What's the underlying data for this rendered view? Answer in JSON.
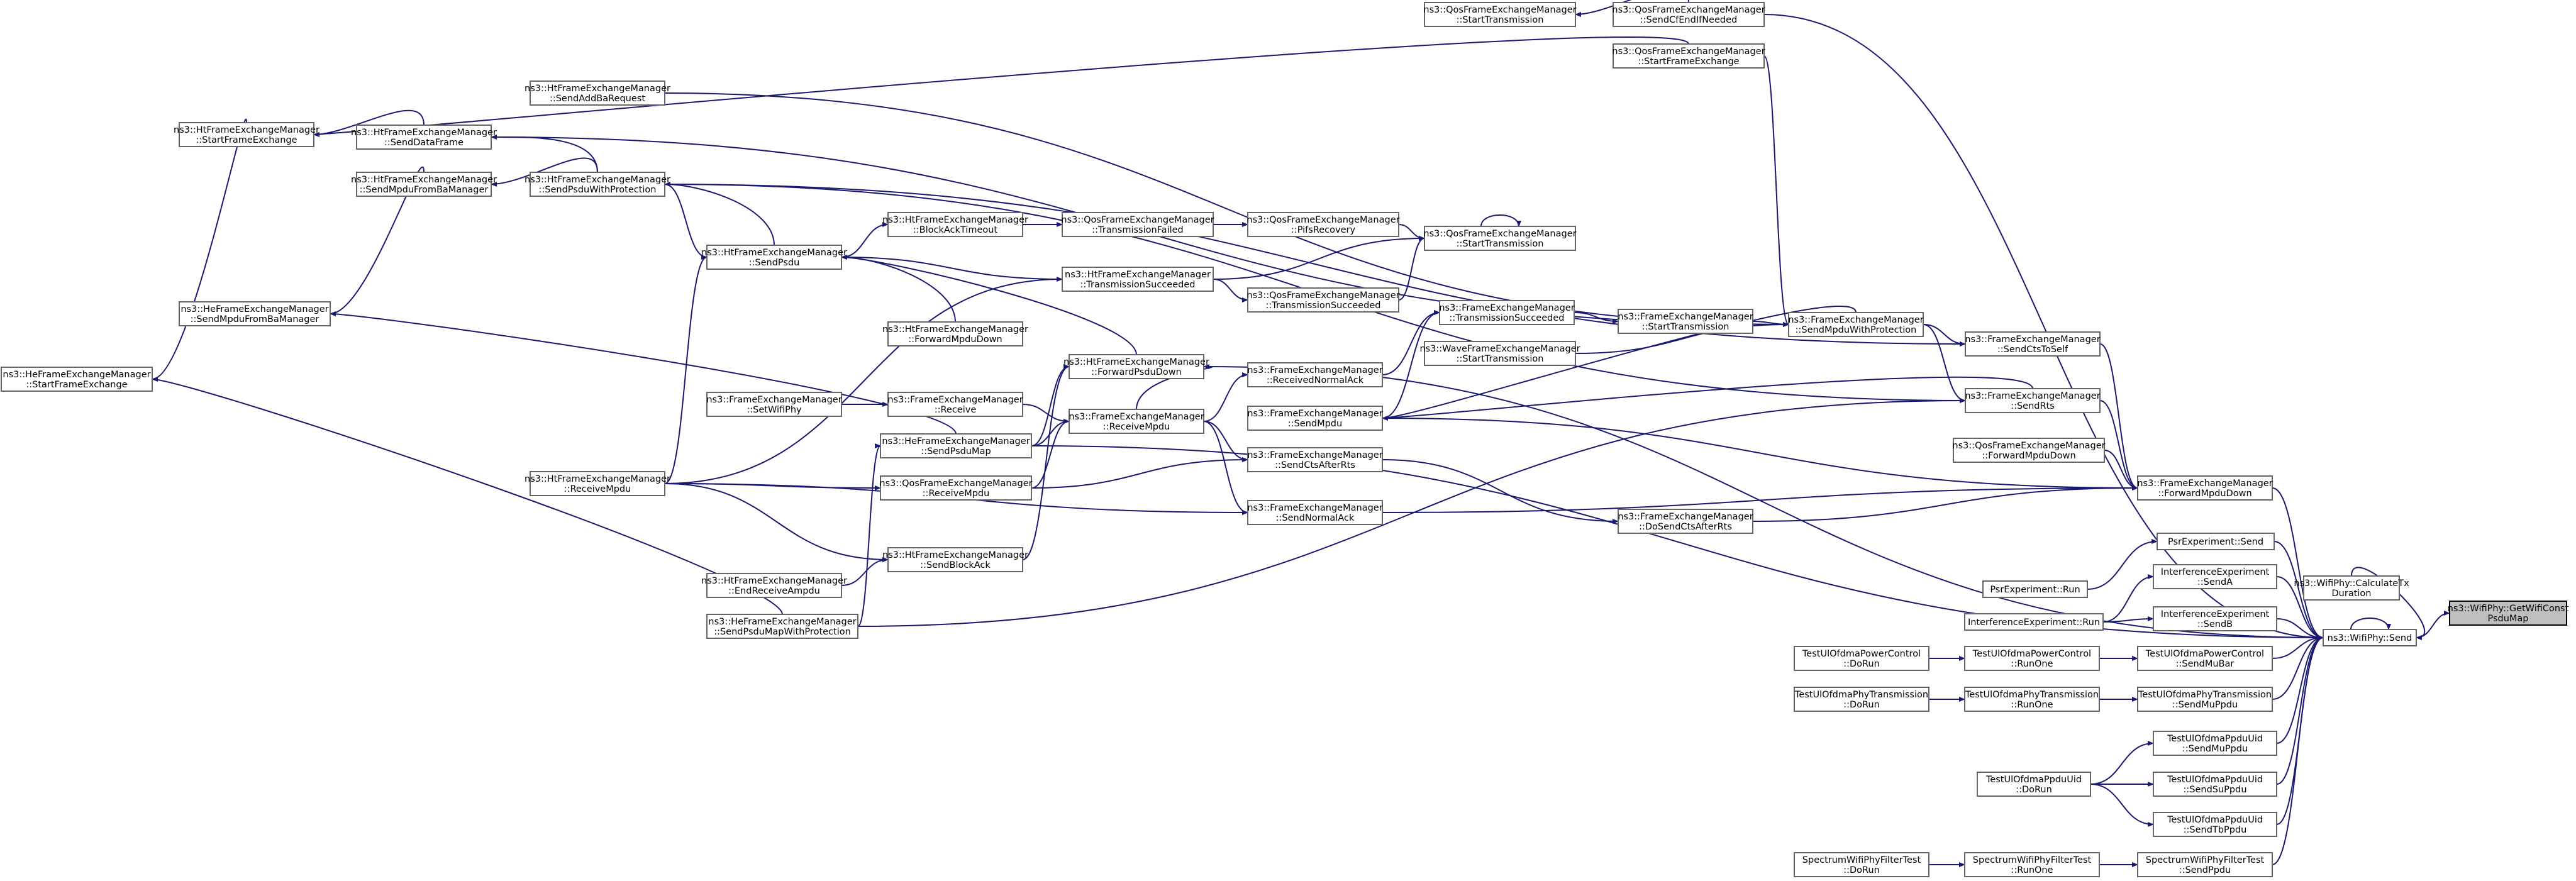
{
  "nodes": {
    "root": [
      "ns3::WifiPhy::GetWifiConst",
      "PsduMap"
    ],
    "wifiphy_send": [
      "ns3::WifiPhy::Send"
    ],
    "calc_tx": [
      "ns3::WifiPhy::CalculateTx",
      "Duration"
    ],
    "fem_forward": [
      "ns3::FrameExchangeManager",
      "::ForwardMpduDown"
    ],
    "qos_forward": [
      "ns3::QosFrameExchangeManager",
      "::ForwardMpduDown"
    ],
    "fem_sendcts": [
      "ns3::FrameExchangeManager",
      "::SendCtsToSelf"
    ],
    "fem_sendrts": [
      "ns3::FrameExchangeManager",
      "::SendRts"
    ],
    "fem_docts": [
      "ns3::FrameExchangeManager",
      "::DoSendCtsAfterRts"
    ],
    "fem_sendmpduprot": [
      "ns3::FrameExchangeManager",
      "::SendMpduWithProtection"
    ],
    "fem_starttx": [
      "ns3::FrameExchangeManager",
      "::StartTransmission"
    ],
    "wave_starttx": [
      "ns3::WaveFrameExchangeManager",
      "::StartTransmission"
    ],
    "fem_txsucc": [
      "ns3::FrameExchangeManager",
      "::TransmissionSucceeded"
    ],
    "fem_recvnormalack": [
      "ns3::FrameExchangeManager",
      "::ReceivedNormalAck"
    ],
    "fem_sendmpdu": [
      "ns3::FrameExchangeManager",
      "::SendMpdu"
    ],
    "fem_ctsafter": [
      "ns3::FrameExchangeManager",
      "::SendCtsAfterRts"
    ],
    "fem_normalack": [
      "ns3::FrameExchangeManager",
      "::SendNormalAck"
    ],
    "fem_recvmpdu": [
      "ns3::FrameExchangeManager",
      "::ReceiveMpdu"
    ],
    "fem_receive": [
      "ns3::FrameExchangeManager",
      "::Receive"
    ],
    "fem_setwifiphy": [
      "ns3::FrameExchangeManager",
      "::SetWifiPhy"
    ],
    "qos_starttx": [
      "ns3::QosFrameExchangeManager",
      "::StartTransmission"
    ],
    "qos_txsucc": [
      "ns3::QosFrameExchangeManager",
      "::TransmissionSucceeded"
    ],
    "qos_pifs": [
      "ns3::QosFrameExchangeManager",
      "::PifsRecovery"
    ],
    "qos_txfail": [
      "ns3::QosFrameExchangeManager",
      "::TransmissionFailed"
    ],
    "qos_recvmpdu": [
      "ns3::QosFrameExchangeManager",
      "::ReceiveMpdu"
    ],
    "qos_startfe": [
      "ns3::QosFrameExchangeManager",
      "::StartFrameExchange"
    ],
    "qos_cfendif": [
      "ns3::QosFrameExchangeManager",
      "::SendCfEndIfNeeded"
    ],
    "qos_starttx2": [
      "ns3::QosFrameExchangeManager",
      "::StartTransmission"
    ],
    "ht_txsucc": [
      "ns3::HtFrameExchangeManager",
      "::TransmissionSucceeded"
    ],
    "ht_blockack": [
      "ns3::HtFrameExchangeManager",
      "::BlockAckTimeout"
    ],
    "ht_sendpsdu": [
      "ns3::HtFrameExchangeManager",
      "::SendPsdu"
    ],
    "ht_fwdmpdu": [
      "ns3::HtFrameExchangeManager",
      "::ForwardMpduDown"
    ],
    "ht_fwdpsdu": [
      "ns3::HtFrameExchangeManager",
      "::ForwardPsduDown"
    ],
    "ht_sendblockack": [
      "ns3::HtFrameExchangeManager",
      "::SendBlockAck"
    ],
    "ht_endrecv": [
      "ns3::HtFrameExchangeManager",
      "::EndReceiveAmpdu"
    ],
    "ht_recvmpdu": [
      "ns3::HtFrameExchangeManager",
      "::ReceiveMpdu"
    ],
    "ht_psduprot": [
      "ns3::HtFrameExchangeManager",
      "::SendPsduWithProtection"
    ],
    "ht_mpdufromba": [
      "ns3::HtFrameExchangeManager",
      "::SendMpduFromBaManager"
    ],
    "ht_dataframe": [
      "ns3::HtFrameExchangeManager",
      "::SendDataFrame"
    ],
    "ht_addba": [
      "ns3::HtFrameExchangeManager",
      "::SendAddBaRequest"
    ],
    "ht_startfe": [
      "ns3::HtFrameExchangeManager",
      "::StartFrameExchange"
    ],
    "he_psdumap": [
      "ns3::HeFrameExchangeManager",
      "::SendPsduMap"
    ],
    "he_mpdufromba": [
      "ns3::HeFrameExchangeManager",
      "::SendMpduFromBaManager"
    ],
    "he_startfe": [
      "ns3::HeFrameExchangeManager",
      "::StartFrameExchange"
    ],
    "he_psdumapprot": [
      "ns3::HeFrameExchangeManager",
      "::SendPsduMapWithProtection"
    ],
    "psr_send": [
      "PsrExperiment::Send"
    ],
    "psr_run": [
      "PsrExperiment::Run"
    ],
    "ie_senda": [
      "InterferenceExperiment",
      "::SendA"
    ],
    "ie_sendb": [
      "InterferenceExperiment",
      "::SendB"
    ],
    "ie_run": [
      "InterferenceExperiment::Run"
    ],
    "ul_pc_mubar": [
      "TestUlOfdmaPowerControl",
      "::SendMuBar"
    ],
    "ul_pc_runone": [
      "TestUlOfdmaPowerControl",
      "::RunOne"
    ],
    "ul_pc_dorun": [
      "TestUlOfdmaPowerControl",
      "::DoRun"
    ],
    "ul_pt_send": [
      "TestUlOfdmaPhyTransmission",
      "::SendMuPpdu"
    ],
    "ul_pt_runone": [
      "TestUlOfdmaPhyTransmission",
      "::RunOne"
    ],
    "ul_pt_dorun": [
      "TestUlOfdmaPhyTransmission",
      "::DoRun"
    ],
    "ul_ppdu_mu": [
      "TestUlOfdmaPpduUid",
      "::SendMuPpdu"
    ],
    "ul_ppdu_su": [
      "TestUlOfdmaPpduUid",
      "::SendSuPpdu"
    ],
    "ul_ppdu_tb": [
      "TestUlOfdmaPpduUid",
      "::SendTbPpdu"
    ],
    "ul_ppdu_dorun": [
      "TestUlOfdmaPpduUid",
      "::DoRun"
    ],
    "sp_sendppdu": [
      "SpectrumWifiPhyFilterTest",
      "::SendPpdu"
    ],
    "sp_runone": [
      "SpectrumWifiPhyFilterTest",
      "::RunOne"
    ],
    "sp_dorun": [
      "SpectrumWifiPhyFilterTest",
      "::DoRun"
    ]
  },
  "edges": [
    [
      "wifiphy_send",
      "root"
    ],
    [
      "calc_tx",
      "wifiphy_send"
    ],
    [
      "fem_forward",
      "wifiphy_send"
    ],
    [
      "psr_send",
      "wifiphy_send"
    ],
    [
      "ie_senda",
      "wifiphy_send"
    ],
    [
      "ie_sendb",
      "wifiphy_send"
    ],
    [
      "ul_pc_mubar",
      "wifiphy_send"
    ],
    [
      "ul_pt_send",
      "wifiphy_send"
    ],
    [
      "ul_ppdu_mu",
      "wifiphy_send"
    ],
    [
      "ul_ppdu_su",
      "wifiphy_send"
    ],
    [
      "ul_ppdu_tb",
      "wifiphy_send"
    ],
    [
      "sp_sendppdu",
      "wifiphy_send"
    ],
    [
      "qos_cfendif",
      "wifiphy_send"
    ],
    [
      "ht_fwdpsdu",
      "wifiphy_send"
    ],
    [
      "he_psdumap",
      "wifiphy_send"
    ],
    [
      "qos_forward",
      "fem_forward"
    ],
    [
      "fem_sendcts",
      "fem_forward"
    ],
    [
      "fem_sendrts",
      "fem_forward"
    ],
    [
      "fem_docts",
      "fem_forward"
    ],
    [
      "fem_sendmpdu",
      "fem_forward"
    ],
    [
      "fem_normalack",
      "fem_forward"
    ],
    [
      "fem_sendmpduprot",
      "fem_sendcts"
    ],
    [
      "fem_sendmpduprot",
      "fem_sendrts"
    ],
    [
      "ht_psduprot",
      "fem_sendcts"
    ],
    [
      "ht_psduprot",
      "fem_sendrts"
    ],
    [
      "he_psdumapprot",
      "fem_sendrts"
    ],
    [
      "fem_starttx",
      "fem_sendmpduprot"
    ],
    [
      "wave_starttx",
      "fem_sendmpduprot"
    ],
    [
      "qos_startfe",
      "fem_sendmpduprot"
    ],
    [
      "ht_dataframe",
      "fem_sendmpduprot"
    ],
    [
      "ht_addba",
      "fem_sendmpduprot"
    ],
    [
      "fem_txsucc",
      "fem_starttx"
    ],
    [
      "fem_recvnormalack",
      "fem_txsucc"
    ],
    [
      "fem_sendmpdu",
      "fem_txsucc"
    ],
    [
      "fem_recvmpdu",
      "fem_recvnormalack"
    ],
    [
      "fem_ctsafter",
      "fem_docts"
    ],
    [
      "fem_recvmpdu",
      "fem_ctsafter"
    ],
    [
      "fem_recvmpdu",
      "fem_normalack"
    ],
    [
      "fem_receive",
      "fem_recvmpdu"
    ],
    [
      "fem_setwifiphy",
      "fem_receive"
    ],
    [
      "qos_recvmpdu",
      "fem_recvmpdu"
    ],
    [
      "qos_recvmpdu",
      "fem_ctsafter"
    ],
    [
      "he_psdumap",
      "fem_recvmpdu"
    ],
    [
      "ht_recvmpdu",
      "fem_normalack"
    ],
    [
      "ht_recvmpdu",
      "qos_recvmpdu"
    ],
    [
      "qos_starttx",
      "qos_starttx"
    ],
    [
      "qos_pifs",
      "qos_starttx"
    ],
    [
      "qos_txsucc",
      "qos_starttx"
    ],
    [
      "ht_txsucc",
      "qos_txsucc"
    ],
    [
      "ht_txsucc",
      "qos_starttx"
    ],
    [
      "qos_txfail",
      "qos_pifs"
    ],
    [
      "ht_blockack",
      "qos_txfail"
    ],
    [
      "ht_sendpsdu",
      "ht_blockack"
    ],
    [
      "ht_sendpsdu",
      "ht_txsucc"
    ],
    [
      "ht_fwdmpdu",
      "ht_sendpsdu"
    ],
    [
      "ht_fwdpsdu",
      "ht_sendpsdu"
    ],
    [
      "ht_recvmpdu",
      "ht_sendpsdu"
    ],
    [
      "ht_recvmpdu",
      "ht_txsucc"
    ],
    [
      "ht_sendpsdu",
      "ht_psduprot"
    ],
    [
      "ht_psduprot",
      "ht_mpdufromba"
    ],
    [
      "ht_psduprot",
      "ht_dataframe"
    ],
    [
      "ht_mpdufromba",
      "he_mpdufromba"
    ],
    [
      "ht_dataframe",
      "ht_startfe"
    ],
    [
      "ht_startfe",
      "he_startfe"
    ],
    [
      "qos_startfe",
      "ht_startfe"
    ],
    [
      "qos_cfendif",
      "qos_starttx2"
    ],
    [
      "ht_sendblockack",
      "ht_fwdpsdu"
    ],
    [
      "ht_endrecv",
      "ht_sendblockack"
    ],
    [
      "ht_recvmpdu",
      "ht_sendblockack"
    ],
    [
      "he_psdumap",
      "ht_fwdpsdu"
    ],
    [
      "he_psdumapprot",
      "he_psdumap"
    ],
    [
      "he_psdumapprot",
      "he_startfe"
    ],
    [
      "he_psdumap",
      "he_mpdufromba"
    ],
    [
      "fem_recvmpdu",
      "ht_fwdpsdu"
    ],
    [
      "ht_psduprot",
      "ht_sendpsdu"
    ],
    [
      "psr_run",
      "psr_send"
    ],
    [
      "ie_run",
      "ie_senda"
    ],
    [
      "ie_run",
      "ie_sendb"
    ],
    [
      "ul_pc_runone",
      "ul_pc_mubar"
    ],
    [
      "ul_pc_dorun",
      "ul_pc_runone"
    ],
    [
      "ul_pt_runone",
      "ul_pt_send"
    ],
    [
      "ul_pt_dorun",
      "ul_pt_runone"
    ],
    [
      "ul_ppdu_dorun",
      "ul_ppdu_mu"
    ],
    [
      "ul_ppdu_dorun",
      "ul_ppdu_su"
    ],
    [
      "ul_ppdu_dorun",
      "ul_ppdu_tb"
    ],
    [
      "sp_runone",
      "sp_sendppdu"
    ],
    [
      "sp_dorun",
      "sp_runone"
    ],
    [
      "fem_sendmpduprot",
      "fem_sendmpdu"
    ],
    [
      "fem_sendrts",
      "fem_sendmpdu"
    ],
    [
      "wifiphy_send",
      "wifiphy_send"
    ]
  ]
}
